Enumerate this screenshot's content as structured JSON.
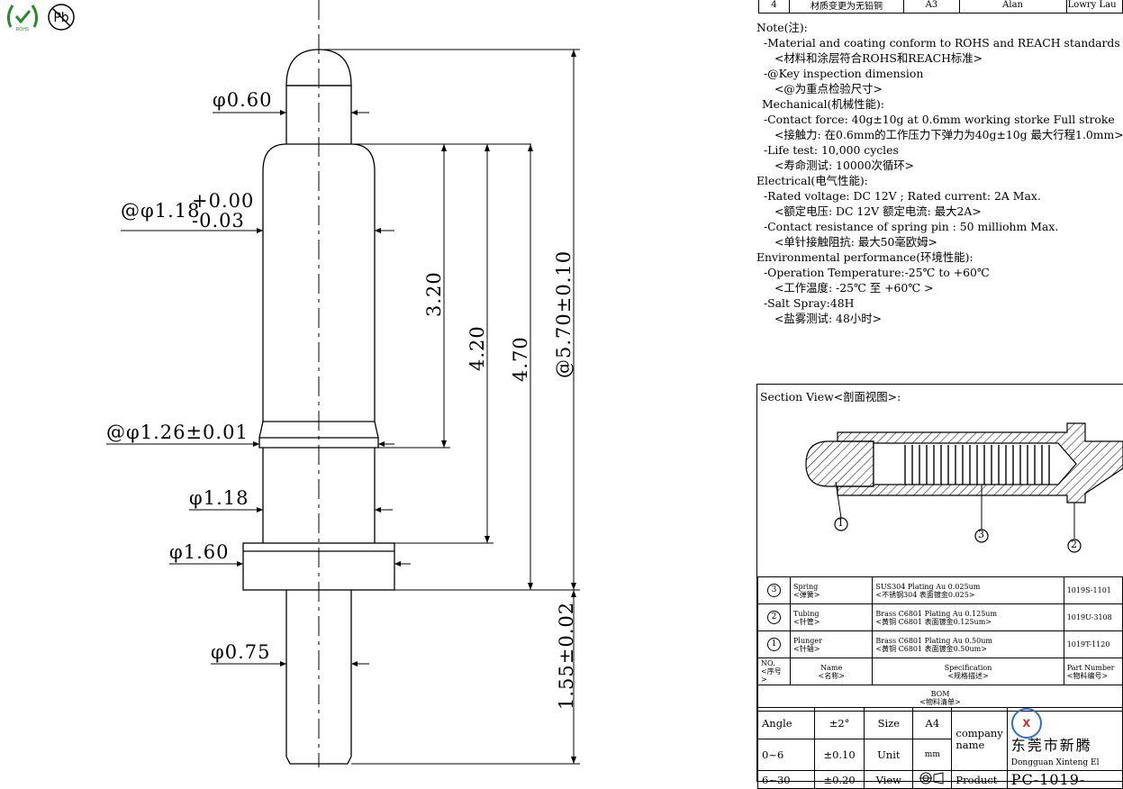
{
  "revision_row": {
    "rev": "4",
    "description": "材质变更为无铅铜",
    "size": "A3",
    "drawn": "Alan",
    "approved": "Lowry Lau"
  },
  "logos": {
    "rohs": "ROHS",
    "pb": "Pb"
  },
  "dimensions": {
    "tip_dia": "φ0.60",
    "barrel_dia_main": "@φ1.18",
    "barrel_tol_plus": "+0.00",
    "barrel_tol_minus": "-0.03",
    "collar_dia": "@φ1.26±0.01",
    "lower_dia": "φ1.18",
    "flange_dia": "φ1.60",
    "tail_dia": "φ0.75",
    "len_320": "3.20",
    "len_420": "4.20",
    "len_470": "4.70",
    "len_570": "@5.70±0.10",
    "len_155": "1.55±0.02"
  },
  "notes": [
    "Note(注):",
    " -Material and coating conform to ROHS and REACH standards",
    "  <材料和涂层符合ROHS和REACH标准>",
    " -@Key inspection dimension",
    "  <@为重点检验尺寸>",
    "Mechanical(机械性能):",
    " -Contact force: 40g±10g at 0.6mm working storke Full stroke",
    "  <接触力: 在0.6mm的工作压力下弹力为40g±10g 最大行程1.0mm>",
    " -Life test: 10,000 cycles",
    "  <寿命测试: 10000次循环>",
    "Electrical(电气性能):",
    " -Rated voltage: DC 12V ; Rated current: 2A Max.",
    "  <额定电压: DC 12V 额定电流: 最大2A>",
    " -Contact resistance of spring pin : 50 milliohm Max.",
    "  <单针接触阻抗: 最大50毫欧姆>",
    "Environmental performance(环境性能):",
    " -Operation Temperature:-25℃ to +60℃",
    "  <工作温度: -25℃ 至 +60℃ >",
    " -Salt Spray:48H",
    "  <盐雾测试: 48小时>"
  ],
  "section": {
    "title": "Section View<剖面视图>:",
    "callouts": [
      "1",
      "3",
      "2"
    ]
  },
  "bom": {
    "rows": [
      {
        "no": "3",
        "name": "Spring",
        "name_cn": "<弹簧>",
        "spec": "SUS304 Plating Au 0.025um",
        "spec_cn": "<不锈钢304 表面镀金0.025>",
        "part": "1019S-1101"
      },
      {
        "no": "2",
        "name": "Tubing",
        "name_cn": "<针管>",
        "spec": "Brass C6801 Plating Au 0.125um",
        "spec_cn": "<黄铜 C6801 表面镀金0.125um>",
        "part": "1019U-3108"
      },
      {
        "no": "1",
        "name": "Plunger",
        "name_cn": "<针轴>",
        "spec": "Brass C6801 Plating Au 0.50um",
        "spec_cn": "<黄铜 C6801 表面镀金0.50um>",
        "part": "1019T-1120"
      }
    ],
    "header": {
      "no": "NO.",
      "no_cn": "<序号>",
      "name": "Name",
      "name_cn": "<名称>",
      "spec": "Specification",
      "spec_cn": "<规格描述>",
      "part": "Part Number",
      "part_cn": "<物料编号>"
    },
    "title": "BOM",
    "title_cn": "<物料清单>"
  },
  "title_block": {
    "angle_label": "Angle",
    "angle_tol": "±2°",
    "range1": "0~6",
    "tol1": "±0.10",
    "range2": "6~30",
    "tol2": "±0.20",
    "size_label": "Size",
    "size_val": "A4",
    "unit_label": "Unit",
    "unit_val": "mm",
    "view_label": "View",
    "company_label": "company",
    "name_label": "name",
    "product_label": "Product",
    "company_cn": "东莞市新腾",
    "company_en": "Dongguan Xinteng El",
    "part_no": "PC-1019-"
  }
}
